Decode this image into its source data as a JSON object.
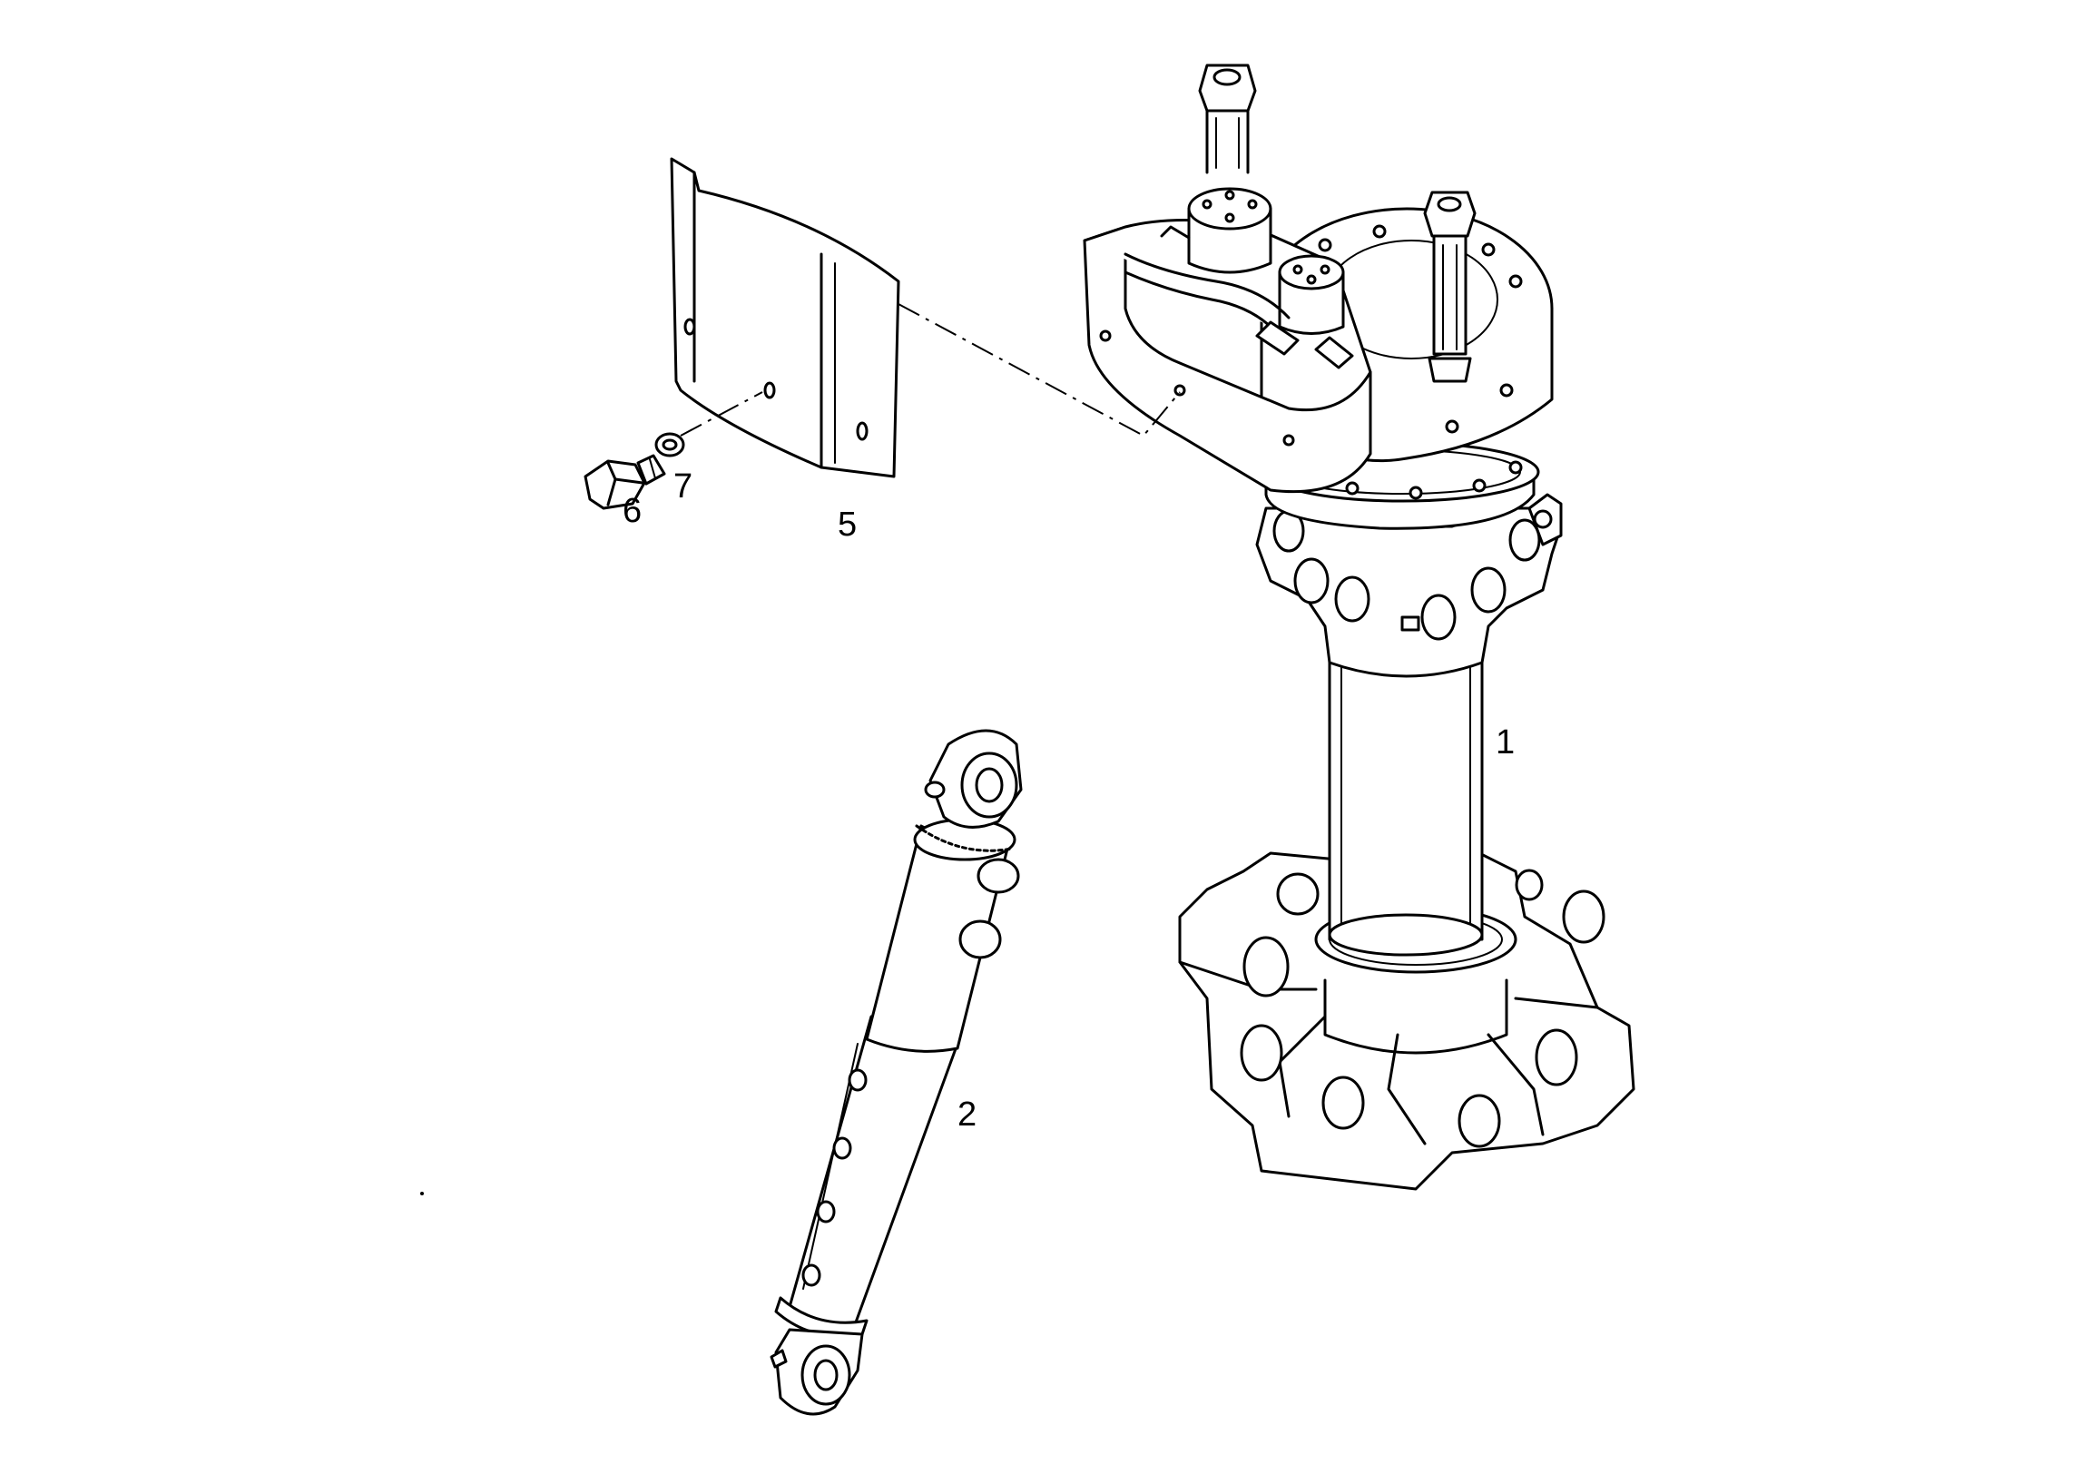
{
  "diagram": {
    "callouts": [
      {
        "id": "1",
        "part": "column"
      },
      {
        "id": "2",
        "part": "hydraulic-cylinder"
      },
      {
        "id": "5",
        "part": "cover-plate"
      },
      {
        "id": "6",
        "part": "bolt"
      },
      {
        "id": "7",
        "part": "washer"
      }
    ]
  }
}
